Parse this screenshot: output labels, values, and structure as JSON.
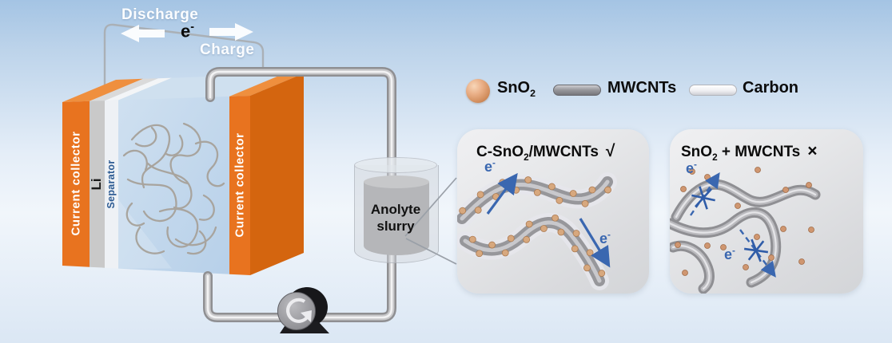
{
  "figure": {
    "discharge_label": "Discharge",
    "charge_label": "Charge",
    "electron": {
      "base": "e",
      "sup": "-"
    }
  },
  "battery": {
    "left_collector_label": "Current collector",
    "right_collector_label": "Current collector",
    "lithium_label": "Li",
    "separator_label": "Separator"
  },
  "reservoir": {
    "line1": "Anolyte",
    "line2": "slurry"
  },
  "legend": {
    "sno2_base": "SnO",
    "sno2_sub": "2",
    "mwcnt_label": "MWCNTs",
    "carbon_label": "Carbon"
  },
  "panels": {
    "composite": {
      "title_pre": "C-SnO",
      "title_sub": "2",
      "title_post": "/MWCNTs",
      "mark": "√"
    },
    "mixture": {
      "title_pre": "SnO",
      "title_sub": "2",
      "title_post": " + MWCNTs",
      "mark": "×"
    }
  },
  "colors": {
    "collector_orange": "#e8731f",
    "collector_side_orange": "#d4650f",
    "anolyte_blue": "#c3d8ec",
    "electron_blue": "#3a67b0",
    "sno2_tan": "#d7a87e",
    "tube_gray": "#9e9e9e"
  }
}
